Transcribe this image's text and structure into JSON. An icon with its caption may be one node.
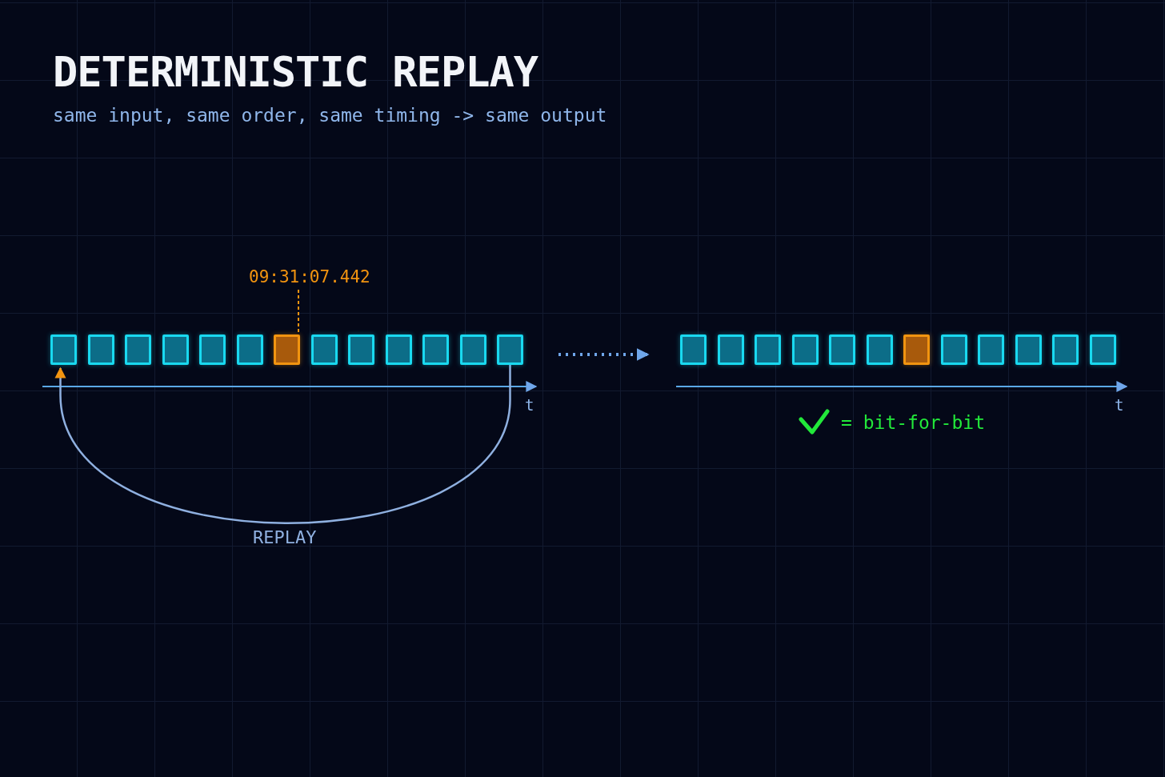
{
  "diagram": {
    "title": "DETERMINISTIC REPLAY",
    "nodes": [
      {
        "text": [],
        "shape": "box"
      },
      {
        "text": [],
        "shape": "box"
      },
      {
        "text": [],
        "shape": "box"
      },
      {
        "text": [],
        "shape": "box"
      },
      {
        "text": [],
        "shape": "box"
      },
      {
        "text": [],
        "shape": "box"
      },
      {
        "text": [],
        "shape": "box"
      },
      {
        "text": [],
        "shape": "box"
      },
      {
        "text": [],
        "shape": "box"
      },
      {
        "text": [],
        "shape": "box"
      },
      {
        "text": [],
        "shape": "box"
      },
      {
        "text": [],
        "shape": "box"
      },
      {
        "text": [],
        "shape": "box"
      },
      {
        "text": [],
        "shape": "box"
      },
      {
        "text": [],
        "shape": "box"
      },
      {
        "text": [],
        "shape": "box"
      },
      {
        "text": [],
        "shape": "box"
      },
      {
        "text": [],
        "shape": "box"
      },
      {
        "text": [],
        "shape": "box"
      },
      {
        "text": [],
        "shape": "box"
      },
      {
        "text": [],
        "shape": "box"
      },
      {
        "text": [],
        "shape": "box"
      },
      {
        "text": [],
        "shape": "box"
      },
      {
        "text": [],
        "shape": "box"
      },
      {
        "text": [],
        "shape": "box"
      },
      {
        "text": [
          "09:31:07.442"
        ]
      }
    ],
    "edges": [
      {
        "from": 25,
        "to": 6,
        "arrow": "none",
        "style": "dashed",
        "color": "#f29410"
      },
      {
        "from": 12,
        "to": 13,
        "arrow": "to",
        "style": "dashed",
        "color": "#6fa6ea"
      },
      {
        "from": 12,
        "to": 0,
        "arrow": "to",
        "label": "REPLAY",
        "color": "#8fb0e0"
      }
    ],
    "labels": [
      "same input, same order, same timing -> same output",
      "t",
      "t",
      "= bit-for-bit"
    ]
  }
}
